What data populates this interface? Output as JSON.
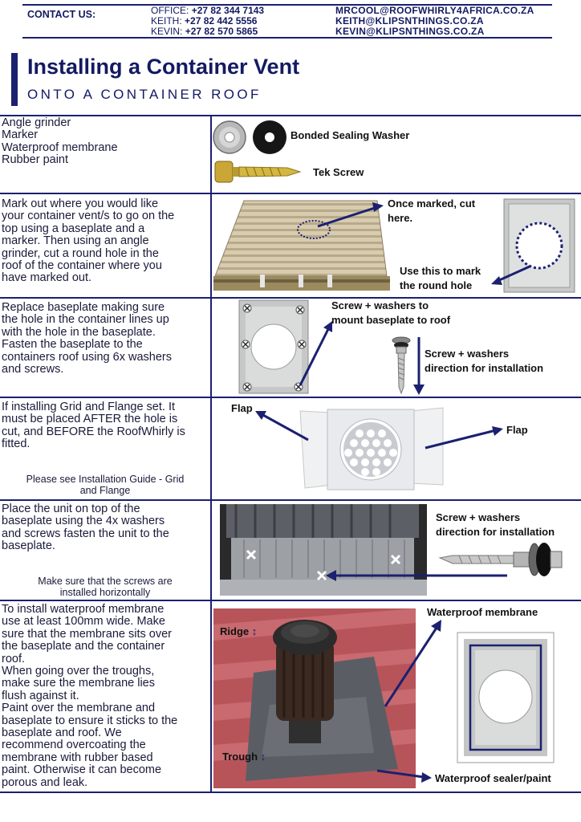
{
  "header": {
    "contact_label": "CONTACT US:",
    "phones": [
      {
        "name": "OFFICE:",
        "number": "+27 82 344 7143"
      },
      {
        "name": "KEITH:",
        "number": "+27 82 442 5556"
      },
      {
        "name": "KEVIN:",
        "number": "+27 82 570 5865"
      }
    ],
    "emails": [
      "MRCOOL@ROOFWHIRLY4AFRICA.CO.ZA",
      "KEITH@KLIPSNTHINGS.CO.ZA",
      "KEVIN@KLIPSNTHINGS.CO.ZA"
    ]
  },
  "title": "Installing a Container Vent",
  "subtitle": "ONTO A CONTAINER ROOF",
  "colors": {
    "navy": "#1b2070",
    "accent_bar": "#1b2070"
  },
  "steps": [
    {
      "lines": [
        "Angle grinder",
        "Marker",
        "Waterproof membrane",
        "Rubber paint"
      ],
      "labels": [
        "Bonded Sealing Washer",
        "Tek Screw"
      ]
    },
    {
      "lines": [
        "Mark out where you would like",
        "your container vent/s to go on the",
        "top using a baseplate and a",
        "marker. Then using an angle",
        "grinder, cut a round hole in the",
        "roof of the container where you",
        "have marked out."
      ],
      "labels": [
        "Once marked, cut",
        "here.",
        "Use this to mark",
        "the round hole"
      ]
    },
    {
      "lines": [
        "Replace baseplate making sure",
        "the hole in the container lines up",
        "with the hole in the baseplate.",
        "Fasten the baseplate to the",
        "containers roof using 6x washers",
        "and screws."
      ],
      "labels": [
        "Screw + washers to",
        "mount baseplate to roof",
        "Screw + washers",
        "direction for installation"
      ]
    },
    {
      "lines": [
        "If installing Grid and Flange set. It",
        "must be placed AFTER the hole is",
        "cut, and BEFORE the RoofWhirly is",
        "fitted."
      ],
      "note": [
        "Please see  Installation Guide - Grid",
        "and Flange"
      ],
      "labels": [
        "Flap",
        "Flap"
      ]
    },
    {
      "lines": [
        "Place the unit on top of the",
        "baseplate using the 4x washers",
        "and screws fasten the unit to the",
        "baseplate."
      ],
      "note": [
        "Make sure that the screws are",
        "installed horizontally"
      ],
      "labels": [
        "Screw + washers",
        "direction for installation"
      ]
    },
    {
      "lines": [
        "To install waterproof membrane",
        "use at least 100mm wide. Make",
        "sure that the membrane sits over",
        "the baseplate and the container",
        "roof.",
        "When going over the troughs,",
        "make sure the membrane lies",
        "flush against it.",
        "Paint over the membrane and",
        "baseplate to ensure it sticks to the",
        "baseplate and roof. We",
        "recommend overcoating the",
        "membrane with rubber based",
        "paint. Otherwise it can become",
        "porous and leak."
      ],
      "labels": [
        "Waterproof membrane",
        "Waterproof sealer/paint",
        "Ridge",
        "Trough"
      ]
    }
  ]
}
